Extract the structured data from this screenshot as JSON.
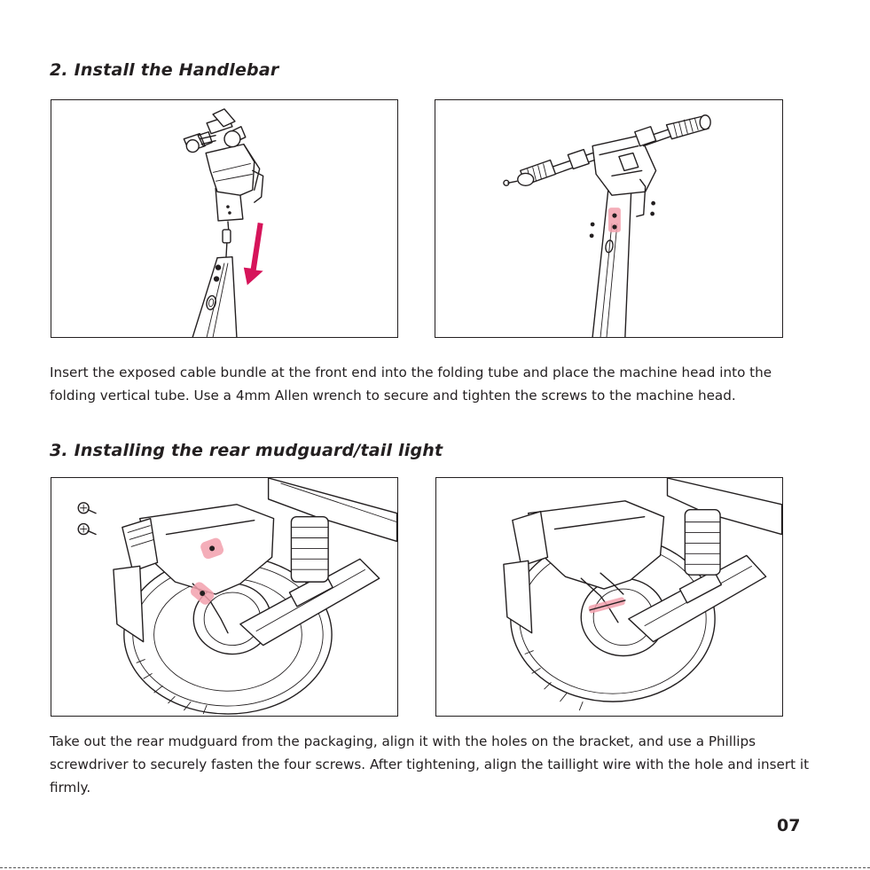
{
  "sections": [
    {
      "heading": "2. Install the Handlebar",
      "body": "Insert the exposed cable bundle at the front end into the folding tube and place the machine head into the folding vertical tube. Use a 4mm Allen wrench to secure and tighten the screws to the machine head."
    },
    {
      "heading": "3. Installing the rear mudguard/tail light",
      "body": "Take out the rear mudguard from the packaging, align it with the holes on the bracket, and use a Phillips screwdriver to securely fasten the four screws. After tightening, align the taillight wire with the hole and insert it firmly."
    }
  ],
  "page_number": "07",
  "colors": {
    "text": "#231f20",
    "arrow": "#d6145a",
    "highlight": "#f2a0ad"
  },
  "icons": [
    "down-arrow-icon",
    "screw-icon"
  ]
}
